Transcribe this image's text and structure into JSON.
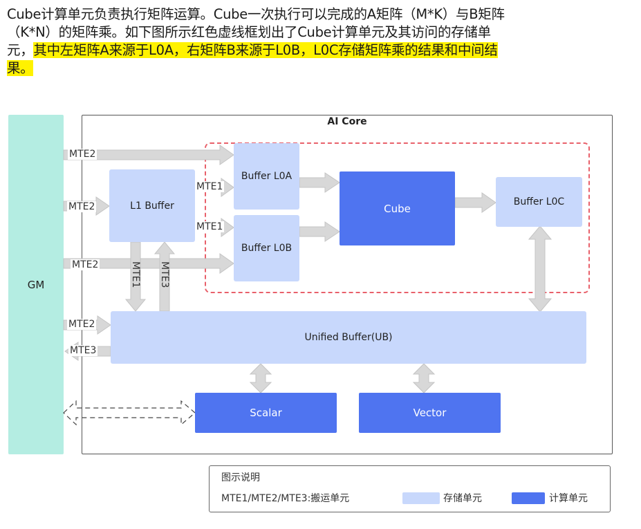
{
  "intro": {
    "line1": "Cube计算单元负责执行矩阵运算。Cube一次执行可以完成的A矩阵（M*K）与B矩阵",
    "line2": "（K*N）的矩阵乘。如下图所示红色虚线框划出了Cube计算单元及其访问的存储单",
    "line3_plain": "元，",
    "line3_hl": "其中左矩阵A来源于L0A，右矩阵B来源于L0B，L0C存储矩阵乘的结果和中间结",
    "line4_hl": "果。"
  },
  "diagram": {
    "gm": "GM",
    "ai_core": "AI Core",
    "l1_buffer": "L1 Buffer",
    "buffer_l0a": "Buffer L0A",
    "buffer_l0b": "Buffer L0B",
    "buffer_l0c": "Buffer L0C",
    "cube": "Cube",
    "unified_buffer": "Unified Buffer(UB)",
    "scalar": "Scalar",
    "vector": "Vector",
    "labels": {
      "mte2_top": "MTE2",
      "mte2_l1": "MTE2",
      "mte2_l0b": "MTE2",
      "mte1_l0a": "MTE1",
      "mte1_l0b": "MTE1",
      "mte1_down": "MTE1",
      "mte3_up": "MTE3",
      "mte2_ub": "MTE2",
      "mte3_ub": "MTE3"
    }
  },
  "legend": {
    "title": "图示说明",
    "mte_desc": "MTE1/MTE2/MTE3:搬运单元",
    "storage": "存储单元",
    "compute": "计算单元"
  },
  "colors": {
    "gm": "#b4ede2",
    "storage": "#c8d8fc",
    "compute": "#4f74f0",
    "arrow": "#d8d8d8",
    "highlight": "#fff200",
    "dashed_red": "#e8606a"
  }
}
